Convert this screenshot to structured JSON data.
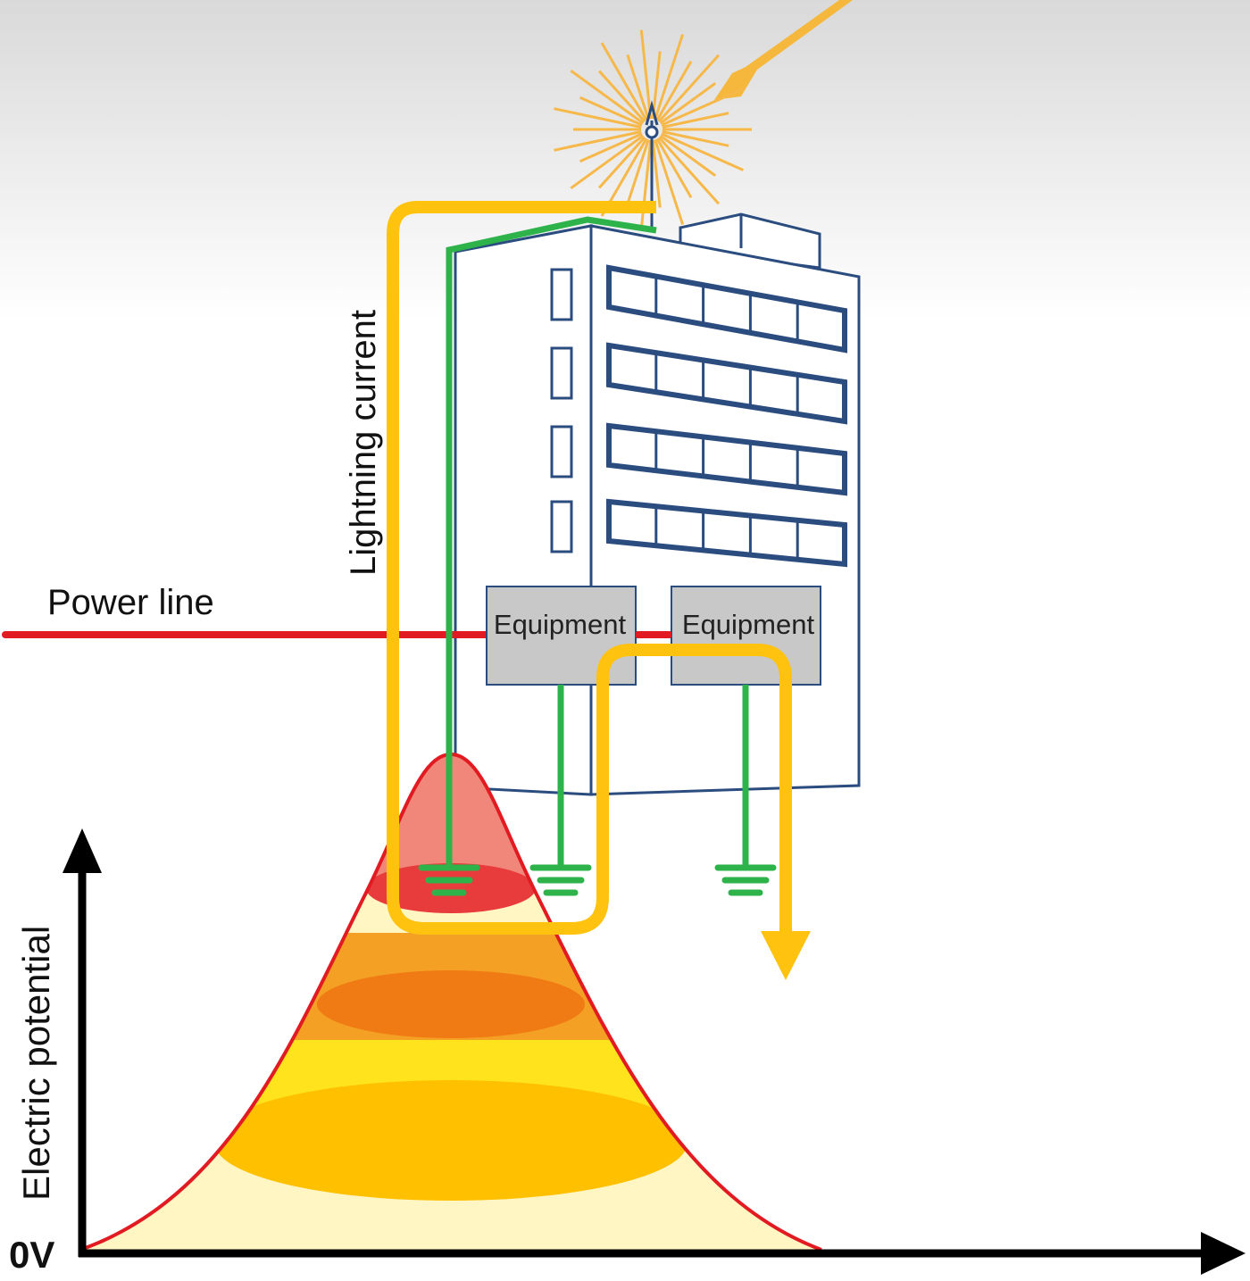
{
  "labels": {
    "power_line": "Power line",
    "lightning_current": "Lightning current",
    "equipment_left": "Equipment",
    "equipment_right": "Equipment",
    "y_axis": "Electric potential",
    "zero_volt": "0V"
  },
  "colors": {
    "lightning_current": "#FFC20E",
    "earth_conductor": "#2DB34A",
    "power_line": "#E21B23",
    "building_outline": "#2B4C7E",
    "equipment_fill": "#C8C8C8",
    "potential_curve": "#E21B23",
    "axes": "#000000"
  }
}
